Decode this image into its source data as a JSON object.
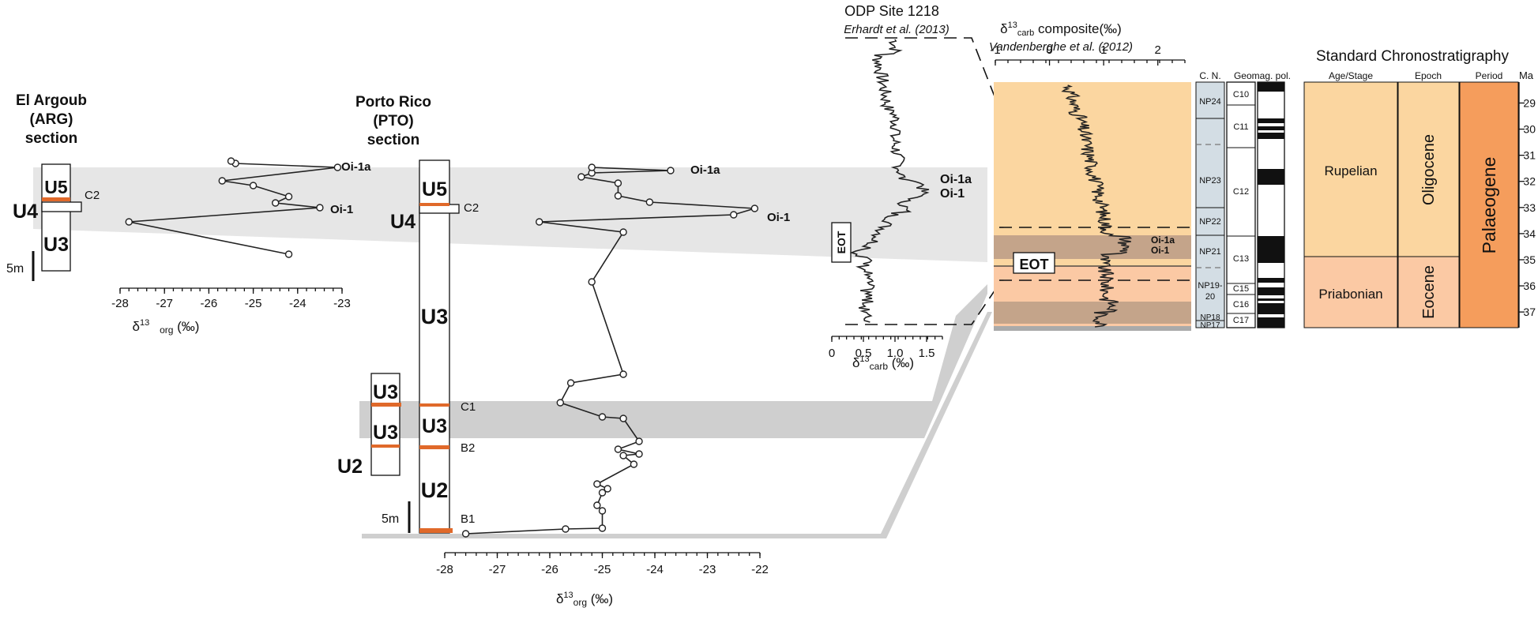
{
  "colors": {
    "band_light": "#e6e6e6",
    "band_dark": "#cfcfcf",
    "oligocene_fill": "#fbd6a0",
    "eocene_fill": "#fbc9a4",
    "period_fill": "#f59d5c",
    "eot_band": "#c4a48a",
    "cn_fill": "#d3dde4",
    "marker_orange": "#e0692a"
  },
  "arg": {
    "title_lines": [
      "El Argoub",
      "(ARG)",
      "section"
    ],
    "units": {
      "u5": "U5",
      "u4": "U4",
      "u3": "U3",
      "u2": "U2"
    },
    "c2": "C2",
    "scale_bar": "5m"
  },
  "pto": {
    "title_lines": [
      "Porto Rico",
      "(PTO)",
      "section"
    ],
    "units": {
      "u5": "U5",
      "u4": "U4",
      "u3": "U3",
      "u2": "U2"
    },
    "markers": {
      "c2": "C2",
      "c1": "C1",
      "b2": "B2",
      "b1": "B1"
    },
    "scale_bar": "5m"
  },
  "odp": {
    "title": "ODP Site 1218",
    "reference": "Erhardt et al. (2013)",
    "eot_label": "EOT"
  },
  "composite": {
    "title_main": "δ",
    "title_sup": "13",
    "title_sub": "carb",
    "title_rest": " composite(‰)",
    "reference": "Vandenberghe et al. (2012)",
    "eot_label": "EOT"
  },
  "strat": {
    "title": "Standard Chronostratigraphy",
    "headers": {
      "cn": "C. N.",
      "geomag": "Geomag. pol.",
      "age": "Age/Stage",
      "epoch": "Epoch",
      "period": "Period",
      "ma": "Ma"
    },
    "nannozones": [
      "NP24",
      "NP23",
      "NP22",
      "NP21",
      "NP19-",
      "20",
      "NP18",
      "NP17"
    ],
    "chrons": [
      "C10",
      "C11",
      "C12",
      "C13",
      "C15",
      "C16",
      "C17"
    ],
    "stages": [
      "Rupelian",
      "Priabonian"
    ],
    "epochs": [
      "Oligocene",
      "Eocene"
    ],
    "period": "Palaeogene"
  },
  "chart_data": [
    {
      "type": "line",
      "panel": "El Argoub (ARG) section",
      "xlabel_main": "δ",
      "xlabel_sup": "13",
      "xlabel_sub": "org",
      "xlabel_rest": " (‰)",
      "xlim": [
        -28,
        -23
      ],
      "x_ticks": [
        "-28",
        "-27",
        "-26",
        "-25",
        "-24",
        "-23"
      ],
      "x": [
        -24.2,
        -27.8,
        -23.5,
        -24.5,
        -24.2,
        -25.0,
        -25.7,
        -23.1,
        -25.4,
        -25.5
      ],
      "annotations": [
        "Oi-1a",
        "Oi-1"
      ]
    },
    {
      "type": "line",
      "panel": "Porto Rico (PTO) section",
      "xlabel_main": "δ",
      "xlabel_sup": "13",
      "xlabel_sub": "org",
      "xlabel_rest": " (‰)",
      "xlim": [
        -28,
        -22
      ],
      "x_ticks": [
        "-28",
        "-27",
        "-26",
        "-25",
        "-24",
        "-23",
        "-22"
      ],
      "x": [
        -27.6,
        -25.7,
        -25.0,
        -25.0,
        -25.1,
        -25.0,
        -24.9,
        -25.1,
        -24.4,
        -24.6,
        -24.3,
        -24.7,
        -24.3,
        -24.6,
        -25.0,
        -25.8,
        -25.6,
        -24.6,
        -25.2,
        -24.6,
        -26.2,
        -22.5,
        -22.1,
        -24.1,
        -24.7,
        -24.7,
        -25.4,
        -25.2,
        -23.7,
        -25.2
      ],
      "annotations": [
        "Oi-1a",
        "Oi-1"
      ]
    },
    {
      "type": "line",
      "panel": "ODP Site 1218",
      "xlabel_main": "δ",
      "xlabel_sup": "13",
      "xlabel_sub": "carb",
      "xlabel_rest": " (‰)",
      "xlim": [
        0,
        1.75
      ],
      "x_ticks": [
        "0",
        "0.5",
        "1.0",
        "1.5"
      ],
      "annotations": [
        "Oi-1a",
        "Oi-1"
      ]
    },
    {
      "type": "line",
      "panel": "composite",
      "xlim": [
        -1,
        2.5
      ],
      "x_ticks": [
        "-1",
        "0",
        "1",
        "2"
      ],
      "y_label": "Ma",
      "ylim": [
        28.2,
        37.6
      ],
      "y_ticks": [
        "29",
        "30",
        "31",
        "32",
        "33",
        "34",
        "35",
        "36",
        "37"
      ],
      "annotations": [
        "Oi-1a",
        "Oi-1"
      ]
    }
  ]
}
